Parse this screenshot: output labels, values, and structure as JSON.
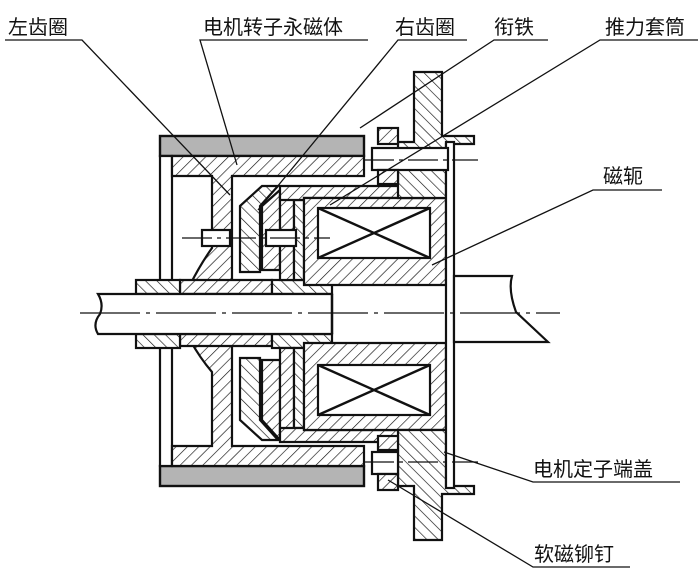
{
  "diagram": {
    "title": "Electromagnetic clutch / motor rotor assembly cross-section",
    "labels": {
      "left_gear_ring": "左齿圈",
      "rotor_magnet": "电机转子永磁体",
      "right_gear_ring": "右齿圈",
      "armature": "衔铁",
      "thrust_sleeve": "推力套筒",
      "yoke": "磁轭",
      "stator_end_cover": "电机定子端盖",
      "soft_magnetic_rivet": "软磁铆钉"
    },
    "colors": {
      "line": "#111111",
      "magnet_fill": "#b4b4b4",
      "background": "#ffffff"
    }
  }
}
